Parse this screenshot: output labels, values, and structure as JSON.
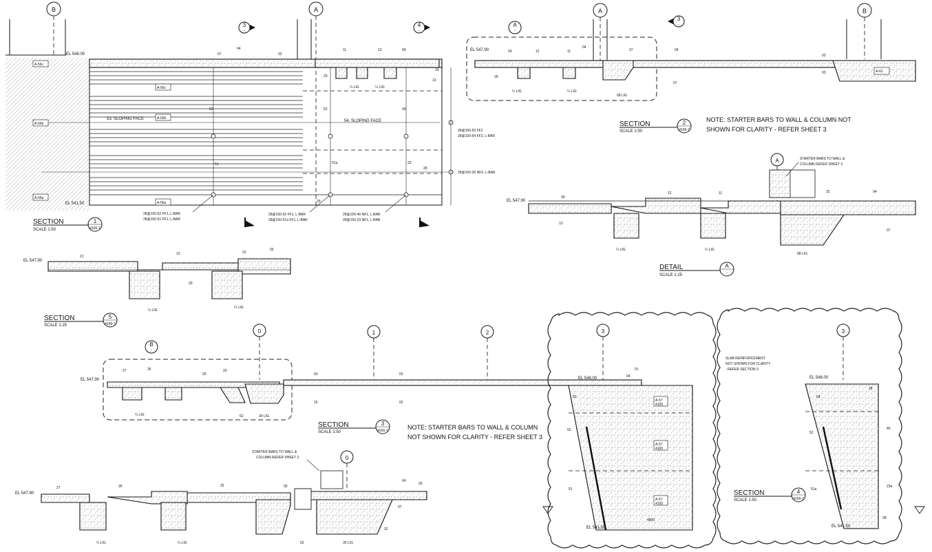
{
  "grid": {
    "b": "B",
    "a": "A",
    "zero": "0",
    "one": "1",
    "two": "2",
    "three": "3"
  },
  "markers": {
    "m3": "3",
    "m4": "4",
    "m2": "2",
    "mA": "A",
    "mB": "B",
    "dash": "-"
  },
  "section1": {
    "title": "SECTION",
    "scale": "SCALE 1:50",
    "num": "1",
    "ref": "4166-7",
    "el_top": "EL 548.00",
    "el_bot": "EL 541.50",
    "s3_label": "53, SLOPING FACE",
    "s4_label": "54, SLOPING FACE",
    "tags": [
      "A-56c",
      "A-56c",
      "A-56b",
      "A-56b",
      "A-56a",
      "A-56a"
    ],
    "bars": [
      "28@150-52 FF1, L-BAR",
      "28@150-51 FF1, L-BAR",
      "28@150-52 FF1, L-BAR",
      "28@150-51a FF1, L-BAR",
      "28@150-40 NF1, L-BAR",
      "28@150-23 NF1, L-BAR",
      "28@150-53 FF2",
      "28@150-54 FF2, L-BAR",
      "28@150-26 NF2, L-BAR"
    ],
    "lig": "¼ LIG"
  },
  "section2": {
    "title": "SECTION",
    "scale": "SCALE 1:50",
    "num": "2",
    "ref": "4166-7",
    "el": "EL 547.90",
    "tag": "A-62",
    "lig": "¼ LIG",
    "lig2": "08 LIG"
  },
  "note1": {
    "line1": "NOTE: STARTER BARS TO WALL & COLUMN NOT",
    "line2": "SHOWN FOR CLARITY - REFER SHEET 3"
  },
  "detailA": {
    "title": "DETAIL",
    "scale": "SCALE 1:25",
    "id": "A",
    "el": "EL 547.90",
    "note": [
      "STARTER BARS TO WALL &",
      "COLUMN REFER SHEET 3"
    ],
    "lig": "¼ LIG",
    "lig2": "08 LIG"
  },
  "section5": {
    "title": "SECTION",
    "scale": "SCALE 1:25",
    "num": "5",
    "ref": "4166-7",
    "el": "EL 547.90",
    "lig": "¼ LIG"
  },
  "section3": {
    "title": "SECTION",
    "scale": "SCALE 1:50",
    "num": "3",
    "ref": "4166-7",
    "el_left": "EL 547.90",
    "el_top": "EL 548.00",
    "el_bot": "EL 541.50",
    "tags": [
      "A-57",
      "A-57",
      "A-57"
    ],
    "tag_sub": "4165",
    "dim": "4800",
    "lig": "¼ LIG",
    "lig2": "30 LIG",
    "detail_id": "B"
  },
  "note2": {
    "line1": "NOTE: STARTER BARS TO WALL & COLUMN",
    "line2": "NOT SHOWN FOR CLARITY - REFER SHEET 3"
  },
  "section4": {
    "title": "SECTION",
    "scale": "SCALE 1:50",
    "num": "4",
    "ref": "4166-7",
    "el_top": "EL 548.00",
    "el_bot": "EL 541.50",
    "note": [
      "SLAB REINFORCEMENT",
      "NOT SHOWN FOR CLARITY",
      "- REFER SECTION 3"
    ]
  },
  "detailB": {
    "el": "EL 547.90",
    "note": [
      "STARTER BARS TO WALL &",
      "COLUMN REFER SHEET 3"
    ],
    "lig": "¼ LIG",
    "lig2": "30 LIG"
  },
  "barnums": {
    "b01": "01",
    "b02": "02",
    "b03": "03",
    "b04": "04",
    "b05": "05",
    "b07": "07",
    "b08": "08",
    "b09": "09",
    "b10": "10",
    "b11": "11",
    "b12": "12",
    "b13": "13",
    "b15": "15",
    "b18": "18",
    "b19": "19",
    "b20": "20",
    "b21": "21",
    "b22": "22",
    "b23": "23",
    "b24": "24",
    "b25": "25",
    "b26": "26",
    "b27": "27",
    "b28": "28",
    "b29": "29",
    "b30": "30",
    "b32": "32",
    "b37": "37",
    "b40": "40",
    "b51": "51",
    "b52": "52",
    "b54": "54",
    "b51a": "51a",
    "b23a": "23a",
    "b62": "62",
    "b63": "63"
  }
}
